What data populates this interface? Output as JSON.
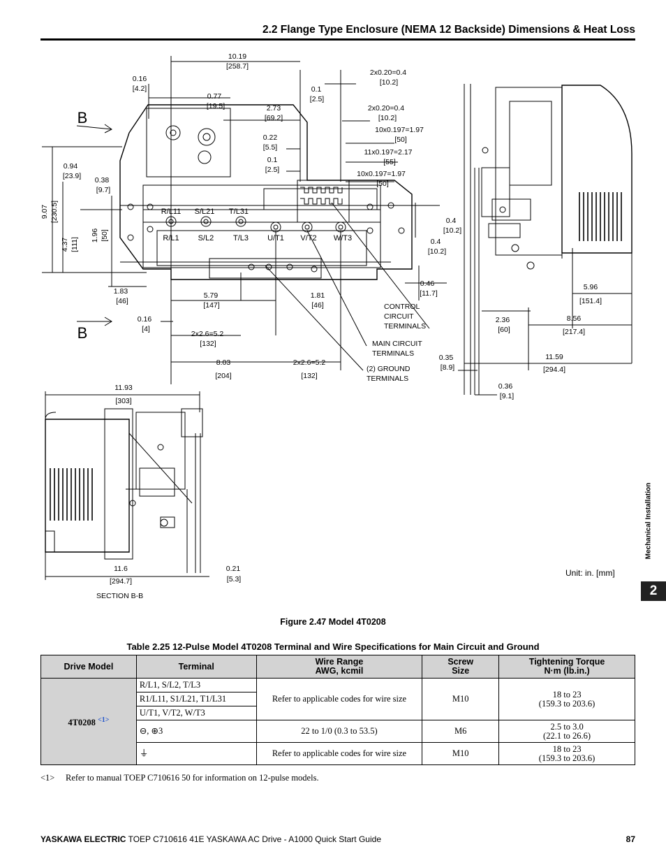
{
  "header": {
    "title": "2.2 Flange Type Enclosure (NEMA 12 Backside) Dimensions & Heat Loss"
  },
  "figure": {
    "caption": "Figure 2.47  Model 4T0208",
    "unit_note": "Unit: in. [mm]",
    "section_label": "SECTION B-B",
    "section_marks": [
      "B",
      "B"
    ],
    "callouts": {
      "control": [
        "CONTROL",
        "CIRCUIT",
        "TERMINALS"
      ],
      "main": [
        "MAIN CIRCUIT",
        "TERMINALS"
      ],
      "ground": [
        "(2) GROUND",
        "TERMINALS"
      ]
    },
    "terminal_labels_top": [
      "R/L11",
      "S/L21",
      "T/L31"
    ],
    "terminal_labels_bottom": [
      "R/L1",
      "S/L2",
      "T/L3",
      "U/T1",
      "V/T2",
      "W/T3"
    ],
    "dims": {
      "d1019": [
        "10.19",
        "[258.7]"
      ],
      "d016a": [
        "0.16",
        "[4.2]"
      ],
      "d077": [
        "0.77",
        "[19.5]"
      ],
      "d273": [
        "2.73",
        "[69.2]"
      ],
      "d022": [
        "0.22",
        "[5.5]"
      ],
      "d01a": [
        "0.1",
        "[2.5]"
      ],
      "d01b": [
        "0.1",
        "[2.5]"
      ],
      "d2x02a": [
        "2x0.20=0.4",
        "[10.2]"
      ],
      "d2x02b": [
        "2x0.20=0.4",
        "[10.2]"
      ],
      "d10x197a": [
        "10x0.197=1.97",
        "[50]"
      ],
      "d11x197": [
        "11x0.197=2.17",
        "[55]"
      ],
      "d10x197b": [
        "10x0.197=1.97",
        "[50]"
      ],
      "d094": [
        "0.94",
        "[23.9]"
      ],
      "d038": [
        "0.38",
        "[9.7]"
      ],
      "d907": [
        "9.07",
        "[230.5]"
      ],
      "d437": [
        "4.37",
        "[111]"
      ],
      "d196": [
        "1.96",
        "[50]"
      ],
      "d183": [
        "1.83",
        "[46]"
      ],
      "d579": [
        "5.79",
        "[147]"
      ],
      "d181": [
        "1.81",
        "[46]"
      ],
      "d016b": [
        "0.16",
        "[4]"
      ],
      "d2x26a": [
        "2x2.6=5.2",
        "[132]"
      ],
      "d803": [
        "8.03",
        "[204]"
      ],
      "d2x26b": [
        "2x2.6=5.2",
        "[132]"
      ],
      "d04a": [
        "0.4",
        "[10.2]"
      ],
      "d04b": [
        "0.4",
        "[10.2]"
      ],
      "d046": [
        "0.46",
        "[11.7]"
      ],
      "d596": [
        "5.96",
        "[151.4]"
      ],
      "d236": [
        "2.36",
        "[60]"
      ],
      "d856": [
        "8.56",
        "[217.4]"
      ],
      "d035": [
        "0.35",
        "[8.9]"
      ],
      "d1159": [
        "11.59",
        "[294.4]"
      ],
      "d036": [
        "0.36",
        "[9.1]"
      ],
      "d1193": [
        "11.93",
        "[303]"
      ],
      "d116": [
        "11.6",
        "[294.7]"
      ],
      "d021": [
        "0.21",
        "[5.3]"
      ]
    }
  },
  "side_tab": {
    "label": "Mechanical Installation",
    "chapter": "2"
  },
  "table": {
    "title": "Table 2.25  12-Pulse Model 4T0208 Terminal and Wire Specifications for Main Circuit and Ground",
    "headers": [
      "Drive Model",
      "Terminal",
      "Wire Range\nAWG, kcmil",
      "Screw\nSize",
      "Tightening Torque\nN·m (lb.in.)"
    ],
    "model": "4T0208",
    "model_note_ref": "<1>",
    "rows": [
      {
        "terminal": "R/L1, S/L2, T/L3"
      },
      {
        "terminal": "R1/L11, S1/L21, T1/L31"
      },
      {
        "terminal": "U/T1, V/T2, W/T3"
      },
      {
        "terminal": "⊖, ⊕3"
      },
      {
        "terminal": "⏚"
      }
    ],
    "groups": [
      {
        "wire": "Refer to applicable codes for wire size",
        "screw": "M10",
        "torque": "18 to 23\n(159.3 to 203.6)"
      },
      {
        "wire": "22 to 1/0 (0.3 to 53.5)",
        "screw": "M6",
        "torque": "2.5 to 3.0\n(22.1 to 26.6)"
      },
      {
        "wire": "Refer to applicable codes for wire size",
        "screw": "M10",
        "torque": "18 to 23\n(159.3 to 203.6)"
      }
    ]
  },
  "footnote": {
    "id": "<1>",
    "text": "Refer to manual TOEP C710616 50 for information on 12-pulse models."
  },
  "footer": {
    "brand": "YASKAWA ELECTRIC",
    "doc": " TOEP C710616 41E YASKAWA AC Drive - A1000 Quick Start Guide",
    "page": "87"
  }
}
